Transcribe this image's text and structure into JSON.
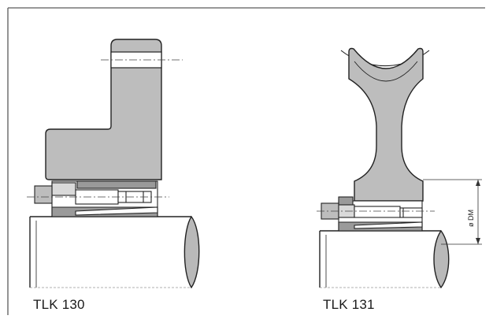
{
  "captions": {
    "left": "TLK 130",
    "right": "TLK 131"
  },
  "dimension_label": "ø DM",
  "colors": {
    "frame": "#5a5a5a",
    "body_fill": "#bdbdbd",
    "dark_fill": "#8f8f8f",
    "shaft_fill": "#ffffff",
    "shaft_end_fill": "#b9b9b9",
    "line": "#222222"
  }
}
